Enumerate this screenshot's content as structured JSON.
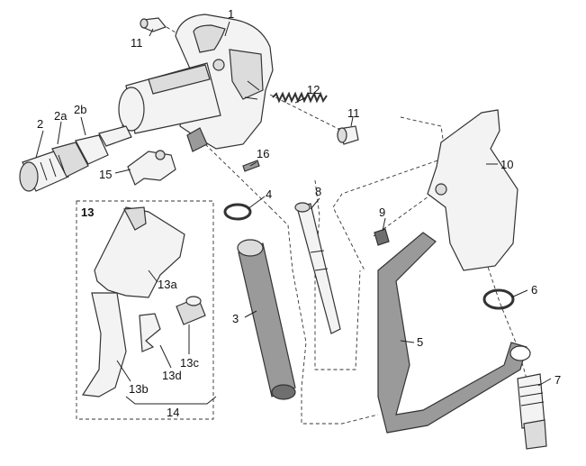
{
  "callouts": [
    {
      "id": "1",
      "text": "1"
    },
    {
      "id": "2",
      "text": "2"
    },
    {
      "id": "2a",
      "text": "2a"
    },
    {
      "id": "2b",
      "text": "2b"
    },
    {
      "id": "3",
      "text": "3"
    },
    {
      "id": "4",
      "text": "4"
    },
    {
      "id": "5",
      "text": "5"
    },
    {
      "id": "6",
      "text": "6"
    },
    {
      "id": "7",
      "text": "7"
    },
    {
      "id": "8",
      "text": "8"
    },
    {
      "id": "9",
      "text": "9"
    },
    {
      "id": "10",
      "text": "10"
    },
    {
      "id": "11a",
      "text": "11"
    },
    {
      "id": "11b",
      "text": "11"
    },
    {
      "id": "12",
      "text": "12"
    },
    {
      "id": "13",
      "text": "13"
    },
    {
      "id": "13a",
      "text": "13a"
    },
    {
      "id": "13b",
      "text": "13b"
    },
    {
      "id": "13c",
      "text": "13c"
    },
    {
      "id": "13d",
      "text": "13d"
    },
    {
      "id": "14",
      "text": "14"
    },
    {
      "id": "15",
      "text": "15"
    },
    {
      "id": "16",
      "text": "16"
    }
  ]
}
